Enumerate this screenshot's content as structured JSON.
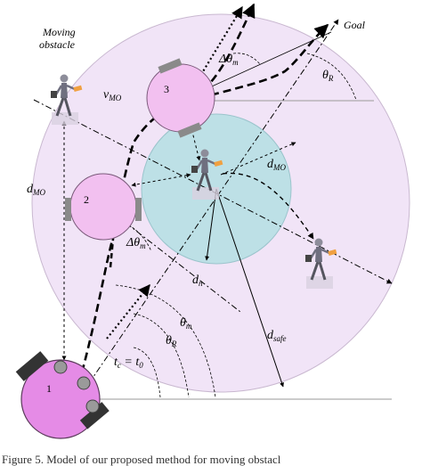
{
  "labels": {
    "moving_obstacle_1": "Moving",
    "moving_obstacle_2": "obstacle",
    "goal": "Goal",
    "v_mo_v": "v",
    "v_mo_sub": "MO",
    "d_mo_left_d": "d",
    "d_mo_left_sub": "MO",
    "d_mo_right_d": "d",
    "d_mo_right_sub": "MO",
    "d_n_d": "d",
    "d_n_sub": "n",
    "d_safe_d": "d",
    "d_safe_sub": "safe",
    "delta_theta_m_top_delta": "Δ",
    "delta_theta_m_top_theta": "θ",
    "delta_theta_m_top_sub": "m",
    "delta_theta_m_mid_delta": "Δ",
    "delta_theta_m_mid_theta": "θ",
    "delta_theta_m_mid_sub": "m",
    "theta_r_top_theta": "θ",
    "theta_r_top_sub": "R",
    "theta_m_bottom_theta": "θ",
    "theta_m_bottom_sub": "m",
    "theta_r_bottom_theta": "θ",
    "theta_r_bottom_sub": "R",
    "time_label_t1": "t",
    "time_label_t1_sub": "c",
    "time_label_eq": " = ",
    "time_label_t2": "t",
    "time_label_t2_sub": "0",
    "robot_1": "1",
    "robot_2": "2",
    "robot_3": "3"
  },
  "caption": "Figure 5. Model of our proposed method for moving obstacl",
  "colors": {
    "safe_zone_fill": "#f1e4f7",
    "robot_fill": "#f2c0f0",
    "robot_stroke": "#7a5a7a",
    "robot1_fill": "#e58be6",
    "obstacle_zone_fill": "#bde0e6",
    "line": "#000000",
    "wheel": "#8a8a8a"
  },
  "icons": {
    "pedestrian": "walking-person-icon"
  }
}
